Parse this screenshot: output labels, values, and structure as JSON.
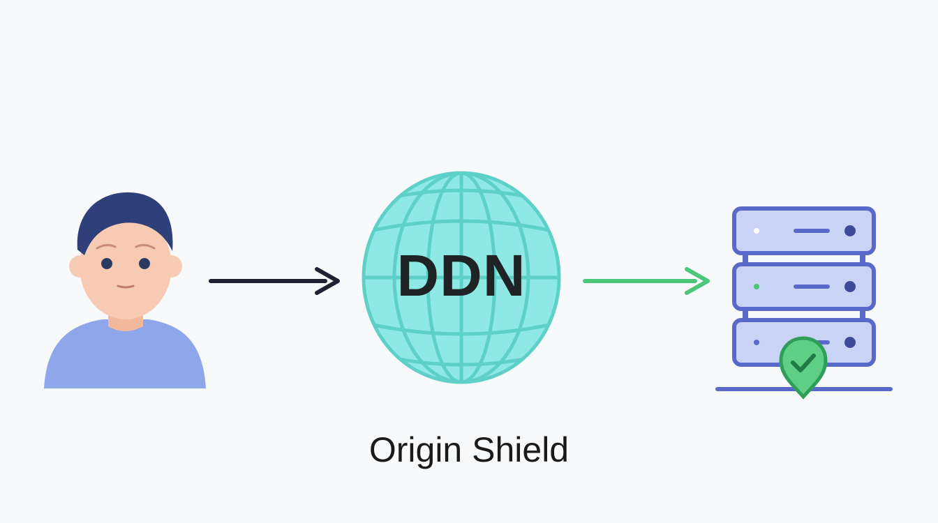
{
  "diagram": {
    "hub_label": "DDN",
    "caption": "Origin Shield"
  },
  "nodes": [
    {
      "id": "user",
      "icon": "user-icon"
    },
    {
      "id": "hub",
      "icon": "globe-icon"
    },
    {
      "id": "origin",
      "icon": "server-stack-icon"
    }
  ],
  "edges": [
    {
      "from": "user",
      "to": "hub",
      "color": "#1e2233"
    },
    {
      "from": "hub",
      "to": "origin",
      "color": "#4cc77a"
    }
  ],
  "colors": {
    "background": "#f8f9fb",
    "globe_fill": "#8ee8e3",
    "globe_lines": "#5fd0c8",
    "server_fill": "#c9d3f6",
    "server_stroke": "#5969c9",
    "shield_fill": "#5fcf86",
    "shield_check": "#2f9e5a",
    "person_shirt": "#8ea6ea",
    "person_hair": "#2e3f7a",
    "person_skin": "#f7cbb3"
  }
}
